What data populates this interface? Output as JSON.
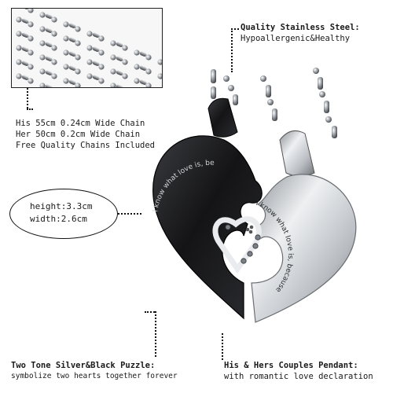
{
  "callouts": {
    "steel": {
      "title": "Quality Stainless Steel:",
      "subtitle": "Hypoallergenic&Healthy"
    },
    "chains": {
      "line1": "His 55cm 0.24cm Wide Chain",
      "line2": "Her 50cm 0.2cm Wide Chain",
      "line3": "Free Quality Chains Included"
    },
    "dimensions": {
      "height": "height:3.3cm",
      "width": "width:2.6cm"
    },
    "puzzle": {
      "title": "Two Tone Silver&Black Puzzle:",
      "subtitle": "symbolize  two hearts together forever"
    },
    "couples": {
      "title": "His & Hers Couples Pendant:",
      "subtitle": "with romantic love declaration"
    }
  },
  "engraving": {
    "black_piece": "I know what love is, because of you",
    "silver_piece": "I know what love is, because of you"
  },
  "colors": {
    "text": "#1a1a1a",
    "black_steel": "#1b1b1d",
    "silver_steel": "#c9cccf",
    "gem": "#7a8088"
  }
}
